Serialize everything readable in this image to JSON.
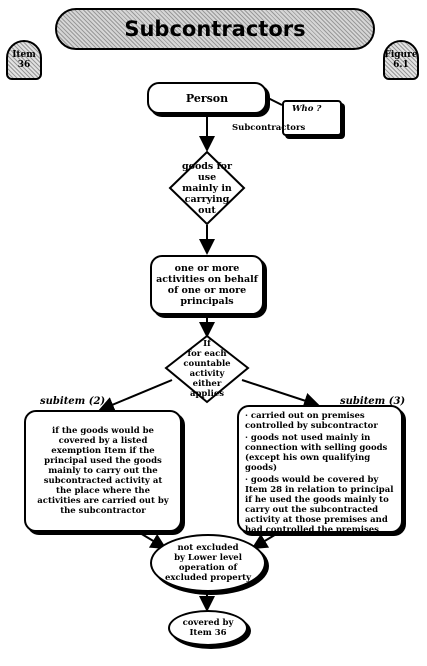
{
  "header": {
    "title": "Subcontractors",
    "left_tab": [
      "Item",
      "36"
    ],
    "right_tab": [
      "Figure",
      "6.1"
    ]
  },
  "nodes": {
    "person": "Person",
    "who_label": "Who ?",
    "who_value": "Subcontractors",
    "goods_diamond": [
      "goods for",
      "use",
      "mainly in",
      "carrying",
      "out"
    ],
    "activities": [
      "one or more",
      "activities on behalf",
      "of one or more",
      "principals"
    ],
    "if_diamond": [
      "If",
      "for each",
      "countable",
      "activity",
      "either",
      "applies"
    ],
    "subitem2_label": "subitem (2)",
    "subitem3_label": "subitem (3)",
    "subitem2_text": "if the goods would be covered by a listed exemption Item if the principal used the goods mainly to carry out the subcontracted activity at the place where the activities are carried out by the subcontractor",
    "subitem3_items": [
      "carried out on premises controlled by subcontractor",
      "goods not used mainly in connection with selling goods (except his own qualifying goods)",
      "goods would be covered by Item 28  in relation to principal  if he used the goods mainly to carry out the subcontracted  activity at those premises and had controlled the premises"
    ],
    "not_excluded": [
      "not excluded",
      "by Lower level",
      "operation of",
      "excluded property"
    ],
    "covered": [
      "covered by",
      "Item 36"
    ]
  }
}
